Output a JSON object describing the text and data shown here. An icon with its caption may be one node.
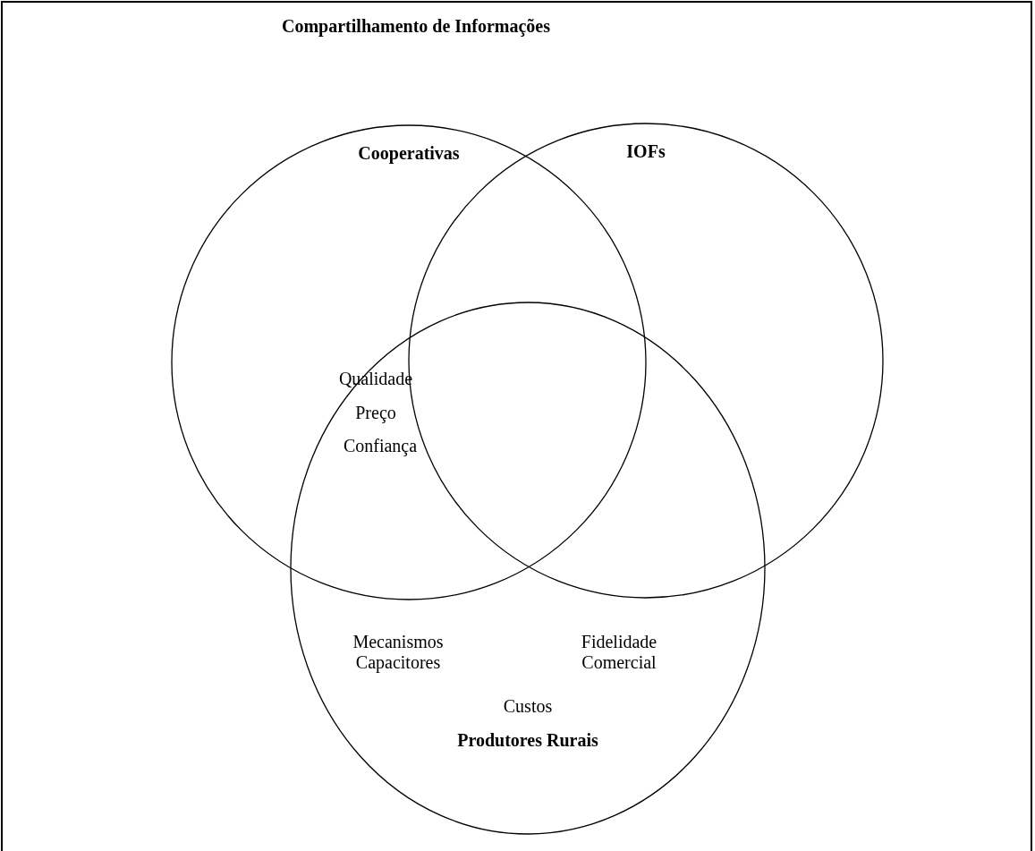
{
  "diagram": {
    "title": "Compartilhamento de Informações",
    "nodes": [
      {
        "text": [
          "Cooperativas"
        ]
      },
      {
        "text": [
          "IOFs"
        ]
      },
      {
        "text": [
          "Produtores Rurais"
        ]
      }
    ],
    "edges": [],
    "labels": [
      "Qualidade",
      "Preço",
      "Confiança",
      "Mecanismos Capacitores",
      "Fidelidade Comercial",
      "Custos"
    ]
  }
}
